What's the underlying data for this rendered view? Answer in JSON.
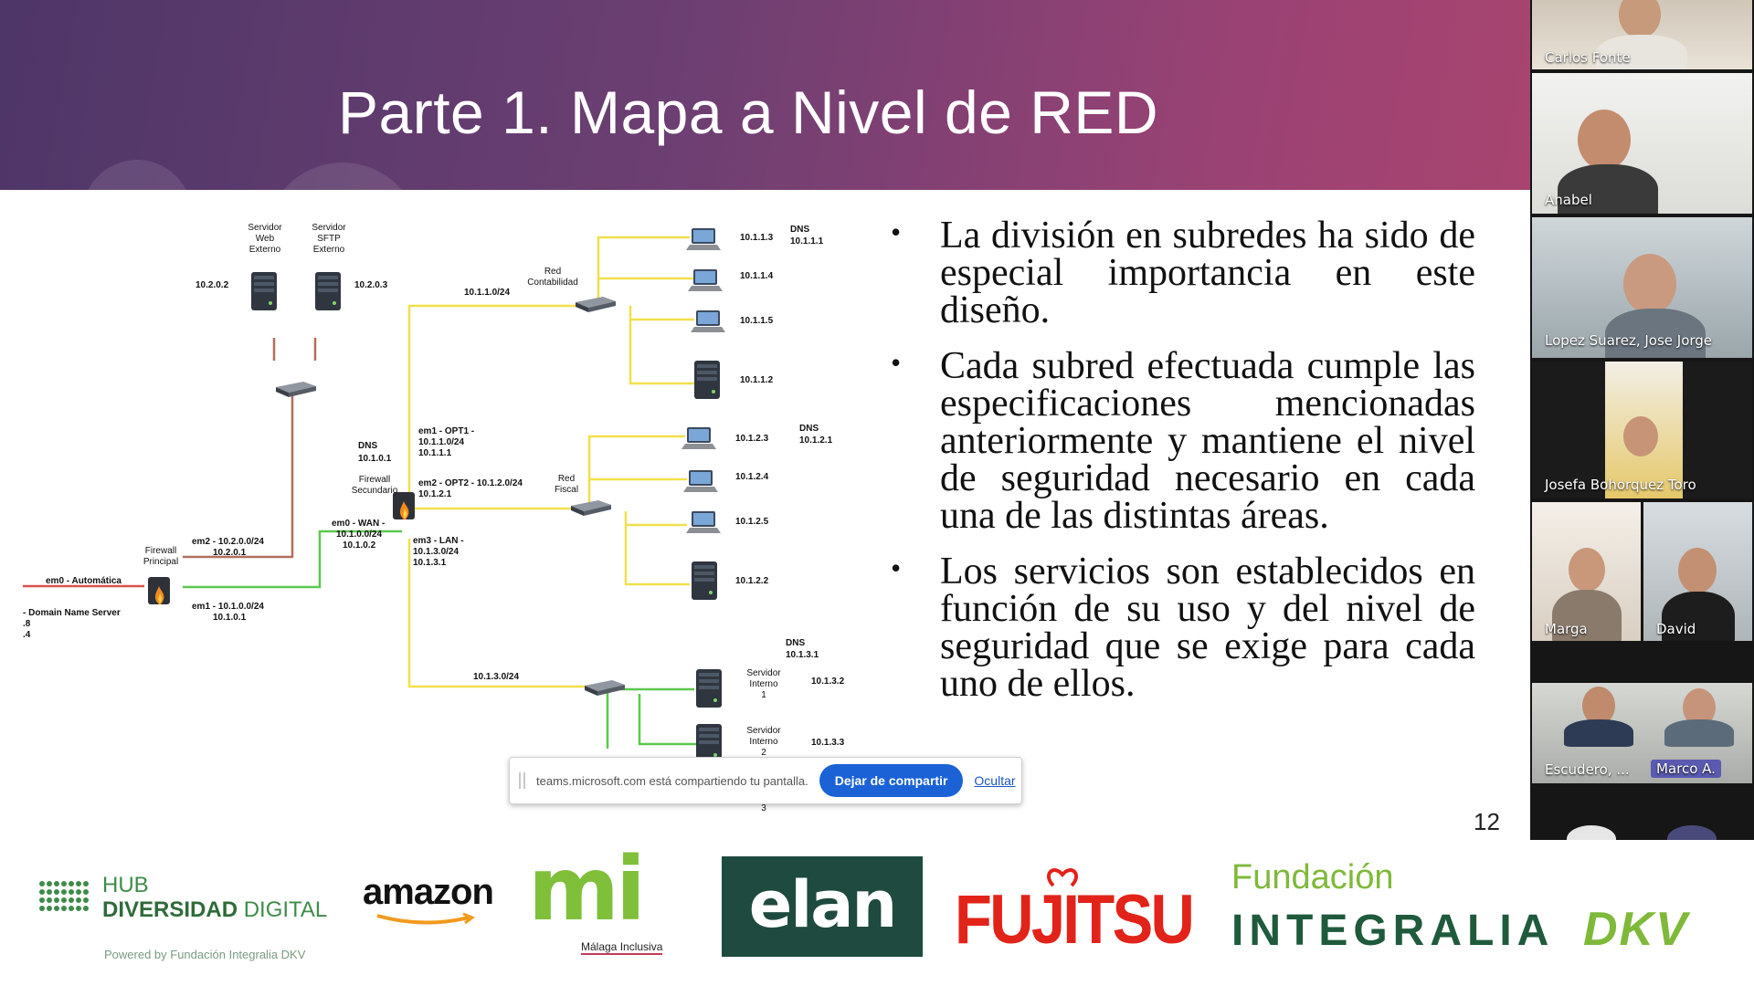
{
  "slide": {
    "title": "Parte 1. Mapa a Nivel de RED",
    "page_number": "12",
    "bullets": [
      "La división en subredes ha sido de especial importancia en este diseño.",
      "Cada subred efectuada cumple las especificaciones mencionadas anteriormente y mantiene el nivel de seguridad necesario en cada una de las distintas áreas.",
      "Los servicios son establecidos en función de su uso y del nivel de seguridad que se exige para cada uno de ellos."
    ]
  },
  "diagram": {
    "labels": {
      "srv_web": [
        "Servidor",
        "Web",
        "Externo"
      ],
      "srv_sftp": [
        "Servidor",
        "SFTP",
        "Externo"
      ],
      "ip_web": "10.2.0.2",
      "ip_sftp": "10.2.0.3",
      "red_contab": [
        "Red",
        "Contabilidad"
      ],
      "net_contab": "10.1.1.0/24",
      "dns1_title": "DNS",
      "dns1_ip": "10.1.1.1",
      "pc_113": "10.1.1.3",
      "pc_114": "10.1.1.4",
      "pc_115": "10.1.1.5",
      "srv_112": "10.1.1.2",
      "dns_fw_title": "DNS",
      "dns_fw_ip": "10.1.0.1",
      "fw_sec": [
        "Firewall",
        "Secundario"
      ],
      "em1_opt1": [
        "em1 - OPT1 -",
        "10.1.1.0/24",
        "10.1.1.1"
      ],
      "em2_opt2": [
        "em2 - OPT2 - 10.1.2.0/24",
        "10.1.2.1"
      ],
      "red_fiscal": [
        "Red",
        "Fiscal"
      ],
      "dns2_title": "DNS",
      "dns2_ip": "10.1.2.1",
      "pc_123": "10.1.2.3",
      "pc_124": "10.1.2.4",
      "pc_125": "10.1.2.5",
      "srv_122": "10.1.2.2",
      "em0_wan": [
        "em0 - WAN -",
        "10.1.0.0/24",
        "10.1.0.2"
      ],
      "em3_lan": [
        "em3 - LAN -",
        "10.1.3.0/24",
        "10.1.3.1"
      ],
      "fw_pri": [
        "Firewall",
        "Principal"
      ],
      "em2_pri": [
        "em2 - 10.2.0.0/24",
        "10.2.0.1"
      ],
      "em1_pri": [
        "em1 - 10.1.0.0/24",
        "10.1.0.1"
      ],
      "em0_auto": "em0 - Automática",
      "dns_server": [
        "- Domain Name Server",
        ".8",
        ".4"
      ],
      "net_lan": "10.1.3.0/24",
      "dns3_title": "DNS",
      "dns3_ip": "10.1.3.1",
      "srv_int1": [
        "Servidor",
        "Interno",
        "1"
      ],
      "srv_int1_ip": "10.1.3.2",
      "srv_int2": [
        "Servidor",
        "Interno",
        "2"
      ],
      "srv_int2_ip": "10.1.3.3",
      "srv_int3": "3"
    },
    "colors": {
      "red": "#d9534f",
      "brown": "#b0705c",
      "yellow": "#f1e04b",
      "green": "#5cc84e"
    }
  },
  "share_bar": {
    "message": "teams.microsoft.com está compartiendo tu pantalla.",
    "stop_button": "Dejar de compartir",
    "hide_link": "Ocultar"
  },
  "participants": [
    {
      "name": "Carlos Fonte"
    },
    {
      "name": "Anabel"
    },
    {
      "name": "Lopez Suarez, Jose Jorge"
    },
    {
      "name": "Josefa Bohorquez Toro"
    },
    {
      "name": "Marga"
    },
    {
      "name": "David"
    },
    {
      "name": "Escudero, ..."
    },
    {
      "name": "Marco A."
    }
  ],
  "footer": {
    "hub": {
      "line1": "HUB",
      "line2_bold": "DIVERSIDAD",
      "line2_light": "DIGITAL",
      "powered": "Powered by Fundación Integralia DKV"
    },
    "amazon": "amazon",
    "malaga": {
      "mark": "mi",
      "caption": "Málaga Inclusiva"
    },
    "elan": "elan",
    "fujitsu": "FUJITSU",
    "fundacion": {
      "line1": "Fundación",
      "line2": "INTEGRALIA",
      "brand": "DKV"
    }
  }
}
